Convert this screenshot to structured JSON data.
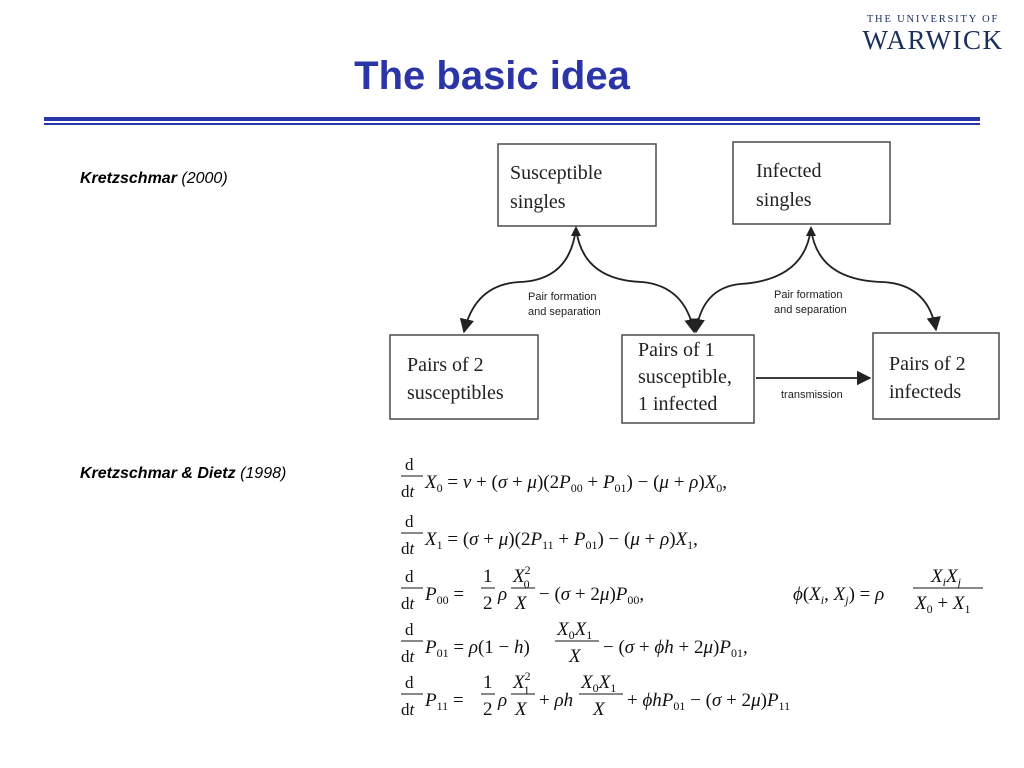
{
  "header": {
    "logo_top": "THE UNIVERSITY OF",
    "logo_main": "WARWICK",
    "title": "The basic idea"
  },
  "refs": [
    {
      "author": "Kretzschmar",
      "year": "(2000)"
    },
    {
      "author": "Kretzschmar & Dietz",
      "year": "(1998)"
    }
  ],
  "diagram": {
    "boxes": {
      "susceptible_singles": [
        "Susceptible",
        "singles"
      ],
      "infected_singles": [
        "Infected",
        "singles"
      ],
      "pairs_susceptibles": [
        "Pairs of 2",
        "susceptibles"
      ],
      "pairs_mixed": [
        "Pairs of 1",
        "susceptible,",
        "1 infected"
      ],
      "pairs_infecteds": [
        "Pairs of 2",
        "infecteds"
      ]
    },
    "edge_labels": {
      "left_formation": [
        "Pair formation",
        "and separation"
      ],
      "right_formation": [
        "Pair formation",
        "and separation"
      ],
      "transmission": "transmission"
    }
  }
}
